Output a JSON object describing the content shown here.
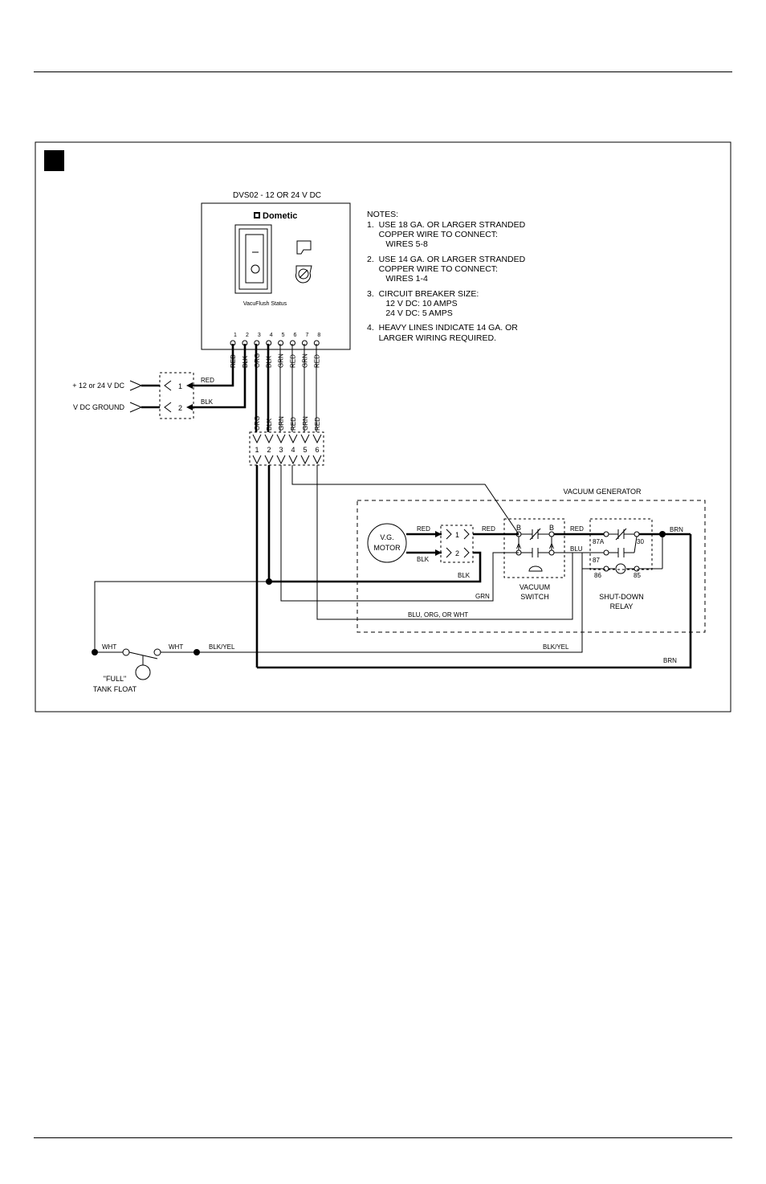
{
  "figure_marker": "",
  "panel": {
    "title": "DVS02 - 12 OR 24 V DC",
    "brand": "Dometic",
    "status_label": "VacuFlush Status",
    "terminals": [
      "1",
      "2",
      "3",
      "4",
      "5",
      "6",
      "7",
      "8"
    ],
    "wire_colors": [
      "RED",
      "BLK",
      "ORG",
      "BLK",
      "GRN",
      "RED",
      "GRN",
      "RED"
    ]
  },
  "notes": {
    "heading": "NOTES:",
    "lines": [
      "1.  USE 18 GA. OR LARGER STRANDED",
      "     COPPER WIRE TO CONNECT:",
      "        WIRES 5-8",
      "2.  USE 14 GA. OR LARGER STRANDED",
      "     COPPER WIRE TO CONNECT:",
      "        WIRES 1-4",
      "3.  CIRCUIT BREAKER SIZE:",
      "        12 V DC: 10 AMPS",
      "        24 V DC: 5 AMPS",
      "4.  HEAVY LINES INDICATE 14 GA. OR",
      "     LARGER WIRING REQUIRED."
    ]
  },
  "power": {
    "positive_label": "+ 12 or 24 V DC",
    "ground_label": "V DC GROUND",
    "pins": [
      "1",
      "2"
    ],
    "wires": [
      "RED",
      "BLK"
    ]
  },
  "harness": {
    "pins": [
      "1",
      "2",
      "3",
      "4",
      "5",
      "6"
    ],
    "wire_colors": [
      "ORG",
      "BLK",
      "GRN",
      "RED",
      "GRN",
      "RED"
    ]
  },
  "vacuum_generator": {
    "title": "VACUUM GENERATOR",
    "motor_label_1": "V.G.",
    "motor_label_2": "MOTOR",
    "motor_wires": [
      "RED",
      "BLK"
    ],
    "motor_pins": [
      "1",
      "2"
    ],
    "wire_red": "RED",
    "wire_blk": "BLK",
    "vacuum_switch": {
      "label_1": "VACUUM",
      "label_2": "SWITCH",
      "terminal_b": "B",
      "terminal_a": "A"
    },
    "relay": {
      "label_1": "SHUT-DOWN",
      "label_2": "RELAY",
      "pins": [
        "87A",
        "30",
        "87",
        "86",
        "85"
      ]
    },
    "wire_red_out": "RED",
    "wire_blu": "BLU",
    "wire_brn": "BRN"
  },
  "bottom_wiring": {
    "grn": "GRN",
    "blu_org_wht": "BLU, ORG, OR WHT",
    "wht_left": "WHT",
    "wht_right": "WHT",
    "blk_yel_left": "BLK/YEL",
    "blk_yel_right": "BLK/YEL",
    "brn_bottom": "BRN",
    "float_label_1": "\"FULL\"",
    "float_label_2": "TANK FLOAT"
  }
}
